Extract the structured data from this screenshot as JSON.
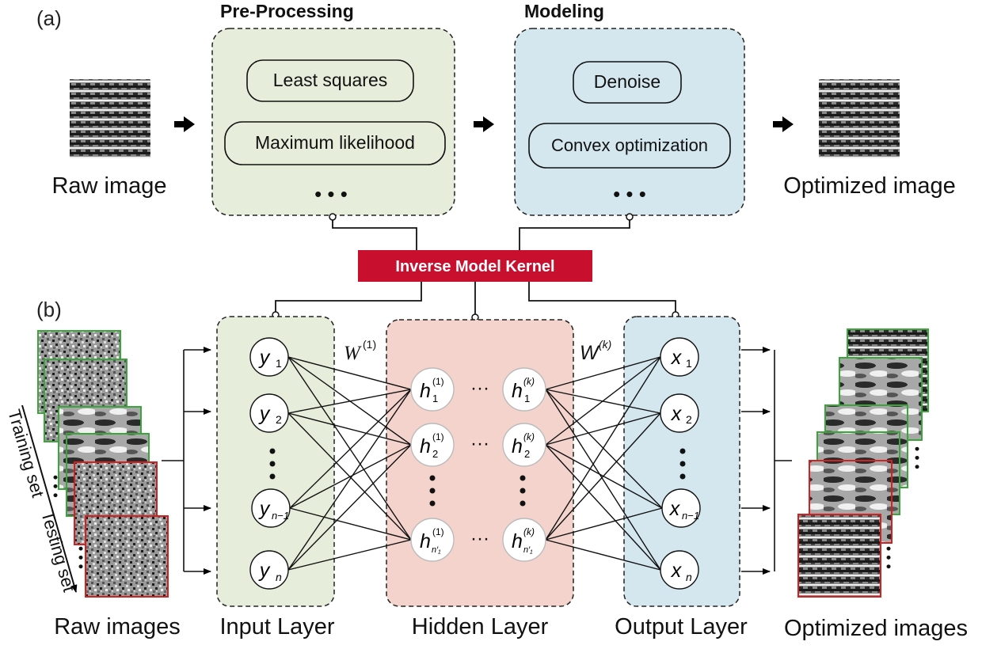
{
  "panel_a": {
    "label": "(a)",
    "input_caption": "Raw image",
    "output_caption": "Optimized image",
    "preprocessing": {
      "title": "Pre-Processing",
      "items": [
        "Least squares",
        "Maximum likelihood"
      ],
      "ellipsis": "• • •"
    },
    "modeling": {
      "title": "Modeling",
      "items": [
        "Denoise",
        "Convex optimization"
      ],
      "ellipsis": "• • •"
    }
  },
  "kernel": {
    "label": "Inverse Model Kernel",
    "color": "#c8102e"
  },
  "panel_b": {
    "label": "(b)",
    "training_label": "Training set",
    "testing_label": "Testing set",
    "captions": {
      "raw": "Raw images",
      "input": "Input Layer",
      "hidden": "Hidden Layer",
      "output": "Output Layer",
      "optimized": "Optimized images"
    },
    "weights": {
      "first": "W",
      "first_sup": "(1)",
      "last": "W",
      "last_sup": "(k)"
    },
    "input_nodes": [
      {
        "base": "y",
        "sub": "1"
      },
      {
        "base": "y",
        "sub": "2"
      },
      {
        "base": "y",
        "sub": "n−1"
      },
      {
        "base": "y",
        "sub": "n"
      }
    ],
    "hidden_nodes_first": [
      {
        "base": "h",
        "sub": "1",
        "sup": "(1)"
      },
      {
        "base": "h",
        "sub": "2",
        "sup": "(1)"
      },
      {
        "base": "h",
        "sub": "n′₁",
        "sup": "(1)"
      }
    ],
    "hidden_nodes_last": [
      {
        "base": "h",
        "sub": "1",
        "sup": "(k)"
      },
      {
        "base": "h",
        "sub": "2",
        "sup": "(k)"
      },
      {
        "base": "h",
        "sub": "n′₁",
        "sup": "(k)"
      }
    ],
    "output_nodes": [
      {
        "base": "x",
        "sub": "1"
      },
      {
        "base": "x",
        "sub": "2"
      },
      {
        "base": "x",
        "sub": "n−1"
      },
      {
        "base": "x",
        "sub": "n"
      }
    ],
    "hidden_ellipsis": "···"
  },
  "colors": {
    "preprocessing_fill": "#e6eedb",
    "modeling_fill": "#d4e7ef",
    "hidden_fill": "#f3d3cb",
    "train_border": "#3aa63a",
    "test_border": "#d42020"
  }
}
